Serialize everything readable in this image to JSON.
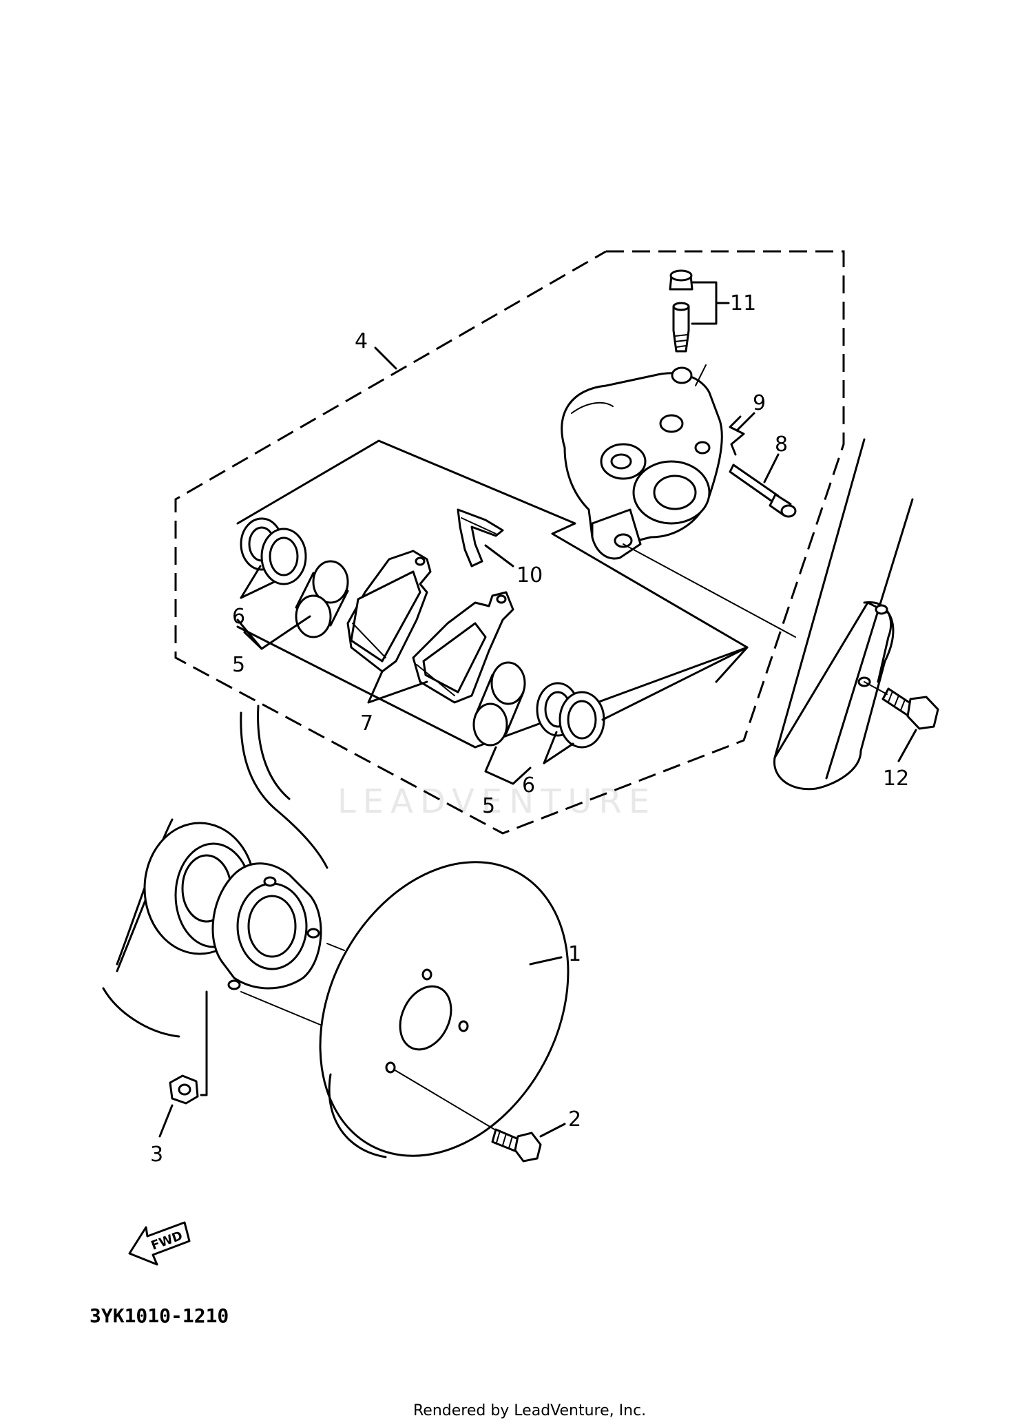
{
  "callouts": {
    "c1": "1",
    "c2": "2",
    "c3": "3",
    "c4": "4",
    "c5a": "5",
    "c5b": "5",
    "c6a": "6",
    "c6b": "6",
    "c7": "7",
    "c8": "8",
    "c9": "9",
    "c10": "10",
    "c11": "11",
    "c12": "12"
  },
  "fwd_label": "FWD",
  "diagram_code": "3YK1010-1210",
  "watermark": "LEADVENTURE",
  "footer": "Rendered by LeadVenture, Inc."
}
